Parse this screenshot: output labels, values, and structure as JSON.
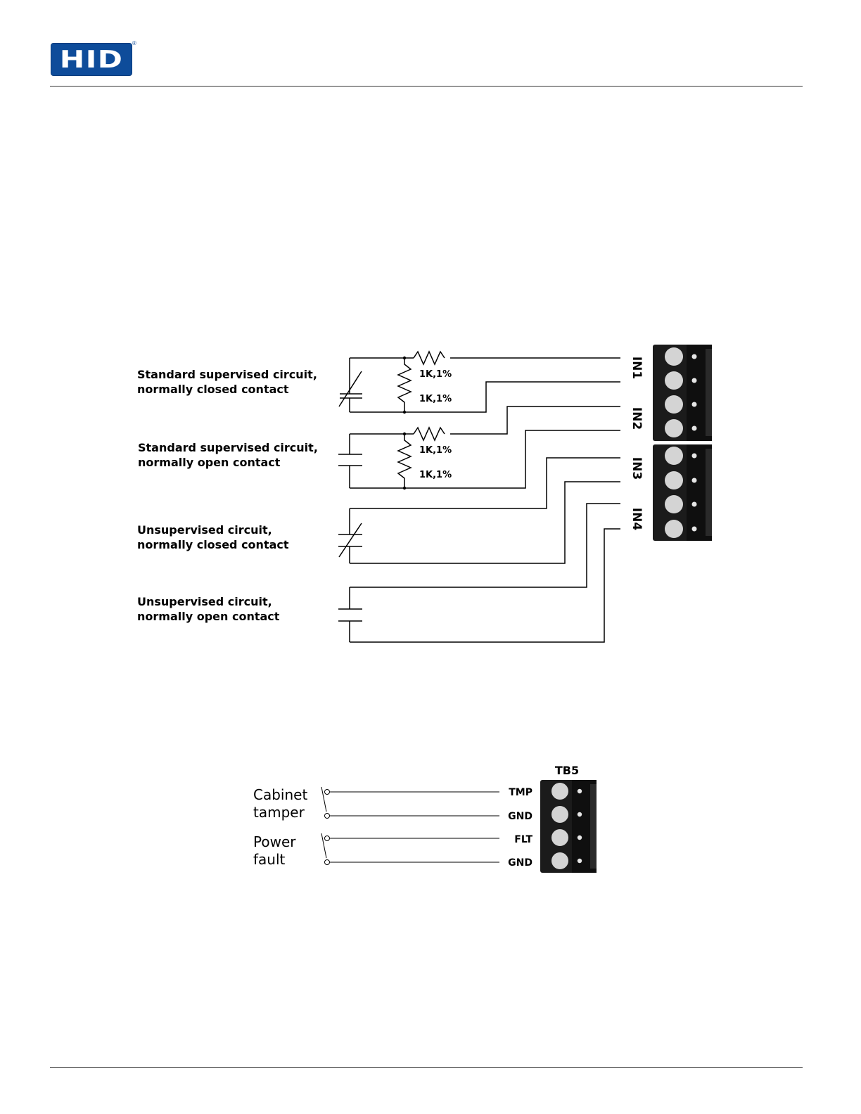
{
  "header": {
    "logo_text": "HID",
    "registered_mark": "®",
    "brand_color": "#0e4c9a"
  },
  "inputs_diagram": {
    "circuits": [
      {
        "line1": "Standard supervised circuit,",
        "line2": "normally closed contact"
      },
      {
        "line1": "Standard supervised circuit,",
        "line2": "normally open contact"
      },
      {
        "line1": "Unsupervised circuit,",
        "line2": "normally closed contact"
      },
      {
        "line1": "Unsupervised circuit,",
        "line2": "normally open contact"
      }
    ],
    "resistors": [
      "1K,1%",
      "1K,1%",
      "1K,1%",
      "1K,1%"
    ],
    "terminals": [
      "IN1",
      "IN2",
      "IN3",
      "IN4"
    ]
  },
  "tb5_diagram": {
    "block_label": "TB5",
    "inputs": [
      {
        "line1": "Cabinet",
        "line2": "tamper"
      },
      {
        "line1": "Power",
        "line2": "fault"
      }
    ],
    "pins": [
      "TMP",
      "GND",
      "FLT",
      "GND"
    ]
  }
}
